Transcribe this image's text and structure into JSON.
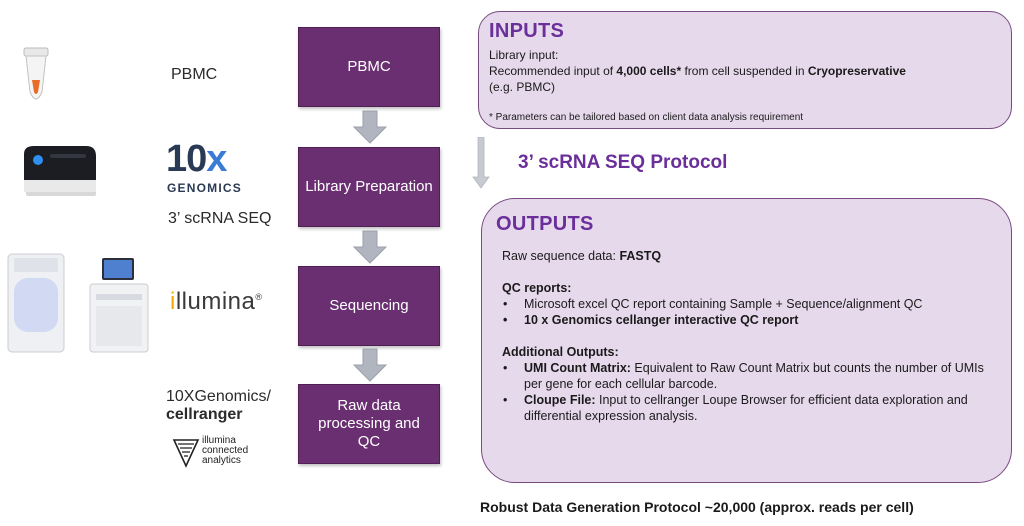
{
  "left": {
    "pbmc_label": "PBMC",
    "tenx_big": "10",
    "tenx_x": "x",
    "tenx_genomics": "GENOMICS",
    "scrna_label": "3’ scRNA SEQ",
    "illumina_i": "i",
    "illumina_rest": "llumina",
    "illumina_mark": "®",
    "tenxgenomics_label": "10XGenomics/",
    "cellranger_label": "cellranger",
    "ica_line1": "illumina",
    "ica_line2": "connected",
    "ica_line3": "analytics"
  },
  "steps": [
    {
      "label": "PBMC"
    },
    {
      "label": "Library Preparation"
    },
    {
      "label": "Sequencing"
    },
    {
      "label": "Raw data processing and QC"
    }
  ],
  "inputs": {
    "title": "INPUTS",
    "line1": "Library input:",
    "line2_pre": "Recommended input of ",
    "line2_bold": "4,000 cells*",
    "line2_mid": " from cell suspended in ",
    "line2_bold2": "Cryopreservative",
    "line3": "(e.g. PBMC)",
    "note": "* Parameters can be tailored based on client data analysis requirement"
  },
  "protocol": {
    "title": "3’ scRNA SEQ Protocol"
  },
  "outputs": {
    "title": "OUTPUTS",
    "raw_pre": "Raw sequence data: ",
    "raw_bold": "FASTQ",
    "qc_title": "QC reports:",
    "qc_items": [
      {
        "text": "Microsoft excel QC report containing Sample + Sequence/alignment QC"
      },
      {
        "text": "10 x Genomics cellanger interactive QC report"
      }
    ],
    "add_title": "Additional Outputs:",
    "add_items": [
      {
        "bold": "UMI Count Matrix:",
        "text": " Equivalent to Raw Count Matrix but counts the number of UMIs per gene for each cellular barcode."
      },
      {
        "bold": "Cloupe File:",
        "text": " Input to cellranger Loupe Browser for efficient data exploration and differential expression analysis."
      }
    ]
  },
  "footer": {
    "text": "Robust Data Generation Protocol ~20,000 (approx. reads per cell)"
  },
  "colors": {
    "step_fill": "#6a2f71",
    "panel_fill": "#e7d9ec",
    "title_purple": "#6a2f9a",
    "arrow_grey": "#b0b5bf"
  }
}
